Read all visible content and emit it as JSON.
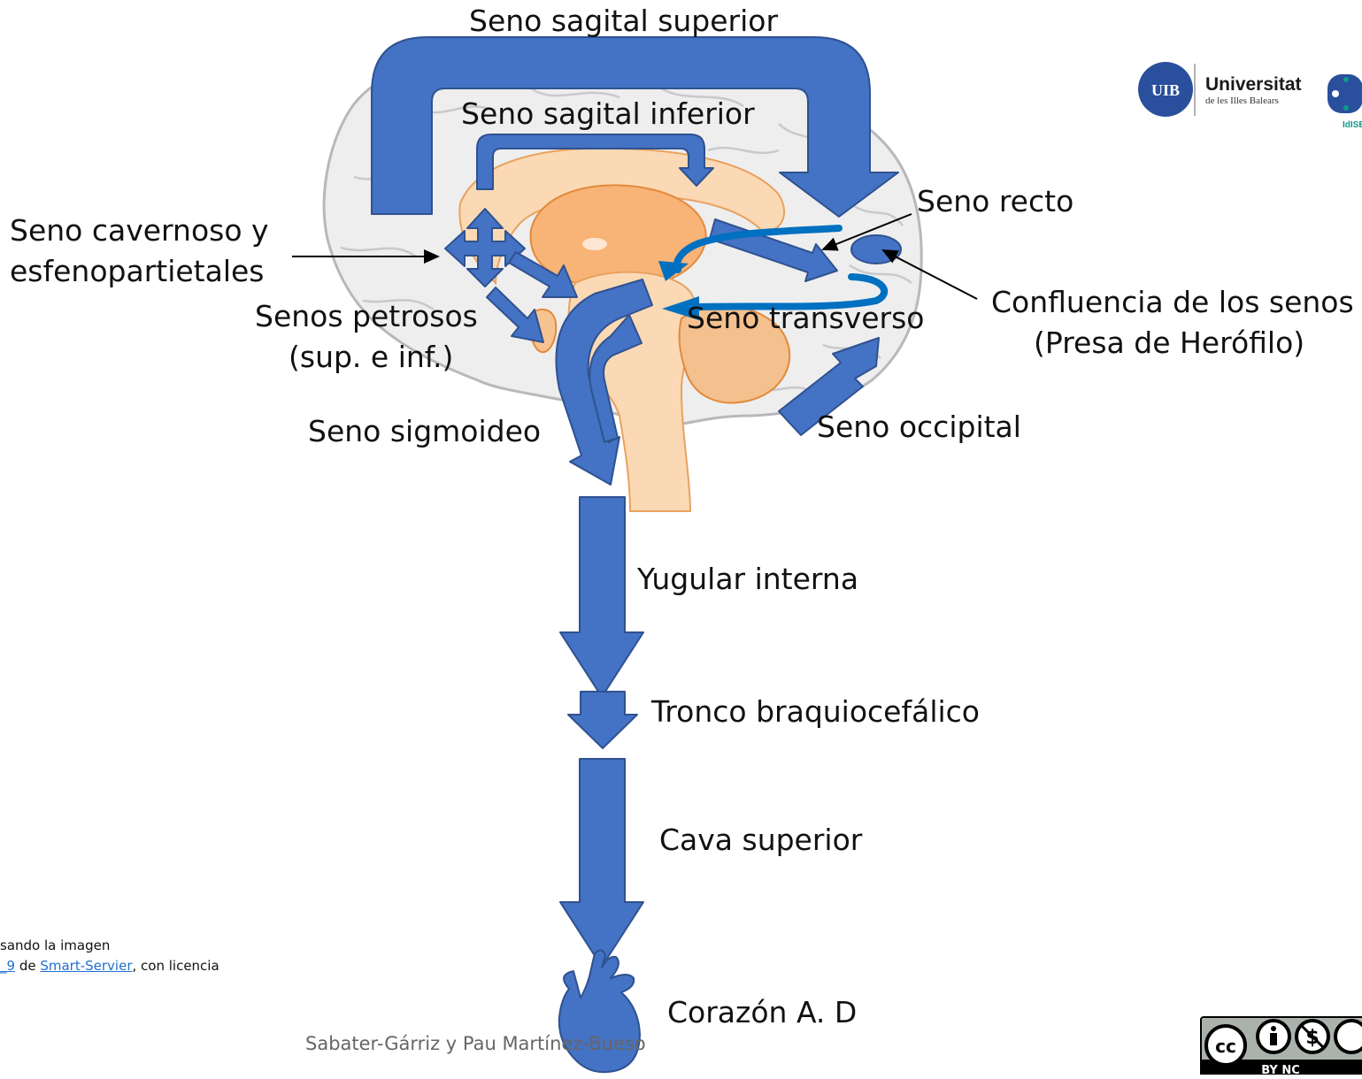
{
  "labels": {
    "seno_sagital_superior": "Seno sagital superior",
    "seno_sagital_inferior": "Seno sagital inferior",
    "seno_cavernoso_1": "Seno cavernoso y",
    "seno_cavernoso_2": "esfenopartietales",
    "seno_recto": "Seno recto",
    "confluencia_1": "Confluencia de los senos",
    "confluencia_2": "(Presa de Herófilo)",
    "senos_petrosos_1": "Senos petrosos",
    "senos_petrosos_2": "(sup. e inf.)",
    "seno_transverso": "Seno transverso",
    "seno_sigmoideo": "Seno sigmoideo",
    "seno_occipital": "Seno occipital",
    "yugular_interna": "Yugular interna",
    "tronco_braquiocefalico": "Tronco braquiocefálico",
    "cava_superior": "Cava superior",
    "corazon": "Corazón A. D"
  },
  "credit": {
    "line1": "sando la imagen",
    "link1": "_9",
    "mid": " de ",
    "link2": "Smart-Servier",
    "tail": ", con licencia"
  },
  "authors": "Sabater-Gárriz y Pau Martínez-Bueso",
  "logos": {
    "uib_mark": "UIB",
    "uib_name": "Universitat",
    "uib_sub": "de les Illes Balears",
    "idis": "IdISBa",
    "cc_mark": "cc",
    "cc_tags": "BY  NC"
  },
  "colors": {
    "arrow_fill": "#4472c4",
    "arrow_stroke": "#2f528f",
    "accent_blue": "#0070c0",
    "brain_fill": "#eeeeef",
    "brain_stroke": "#b8b8bc",
    "inner_fill": "#fbd9b5",
    "inner_stroke": "#e8a25f",
    "uib_blue": "#2a4f9c",
    "idis_teal": "#0f9a8a"
  }
}
